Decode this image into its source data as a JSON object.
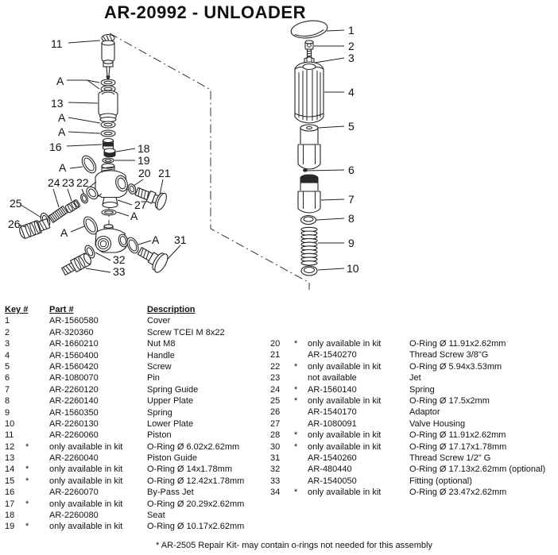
{
  "title": "AR-20992 - UNLOADER",
  "footnote": "*  AR-2505 Repair Kit- may contain o-rings not needed for this assembly",
  "table": {
    "headers": {
      "key": "Key #",
      "part": "Part #",
      "desc": "Description"
    },
    "left_rows": [
      {
        "key": "1",
        "star": "",
        "part": "AR-1560580",
        "desc": "Cover"
      },
      {
        "key": "2",
        "star": "",
        "part": "AR-320360",
        "desc": "Screw TCEI M 8x22"
      },
      {
        "key": "3",
        "star": "",
        "part": "AR-1660210",
        "desc": "Nut M8"
      },
      {
        "key": "4",
        "star": "",
        "part": "AR-1560400",
        "desc": "Handle"
      },
      {
        "key": "5",
        "star": "",
        "part": "AR-1560420",
        "desc": "Screw"
      },
      {
        "key": "6",
        "star": "",
        "part": "AR-1080070",
        "desc": "Pin"
      },
      {
        "key": "7",
        "star": "",
        "part": "AR-2260120",
        "desc": "Spring Guide"
      },
      {
        "key": "8",
        "star": "",
        "part": "AR-2260140",
        "desc": "Upper Plate"
      },
      {
        "key": "9",
        "star": "",
        "part": "AR-1560350",
        "desc": "Spring"
      },
      {
        "key": "10",
        "star": "",
        "part": "AR-2260130",
        "desc": "Lower Plate"
      },
      {
        "key": "11",
        "star": "",
        "part": "AR-2260060",
        "desc": "Piston"
      },
      {
        "key": "12",
        "star": "*",
        "part": "only available in kit",
        "desc": "O-Ring Ø 6.02x2.62mm"
      },
      {
        "key": "13",
        "star": "",
        "part": "AR-2260040",
        "desc": "Piston Guide"
      },
      {
        "key": "14",
        "star": "*",
        "part": "only available in kit",
        "desc": "O-Ring Ø 14x1.78mm"
      },
      {
        "key": "15",
        "star": "*",
        "part": "only available in kit",
        "desc": "O-Ring Ø 12.42x1.78mm"
      },
      {
        "key": "16",
        "star": "",
        "part": "AR-2260070",
        "desc": "By-Pass Jet"
      },
      {
        "key": "17",
        "star": "*",
        "part": "only available in kit",
        "desc": "O-Ring Ø 20.29x2.62mm"
      },
      {
        "key": "18",
        "star": "",
        "part": "AR-2260080",
        "desc": "Seat"
      },
      {
        "key": "19",
        "star": "*",
        "part": "only available in kit",
        "desc": "O-Ring Ø 10.17x2.62mm"
      }
    ],
    "right_rows": [
      {
        "key": "20",
        "star": "*",
        "part": "only available in kit",
        "desc": "O-Ring Ø 11.91x2.62mm"
      },
      {
        "key": "21",
        "star": "",
        "part": "AR-1540270",
        "desc": "Thread Screw 3/8\"G"
      },
      {
        "key": "22",
        "star": "*",
        "part": "only available in kit",
        "desc": "O-Ring Ø 5.94x3.53mm"
      },
      {
        "key": "23",
        "star": "",
        "part": "not available",
        "desc": "Jet"
      },
      {
        "key": "24",
        "star": "*",
        "part": "AR-1560140",
        "desc": "Spring"
      },
      {
        "key": "25",
        "star": "*",
        "part": "only available in kit",
        "desc": "O-Ring Ø 17.5x2mm"
      },
      {
        "key": "26",
        "star": "",
        "part": "AR-1540170",
        "desc": "Adaptor"
      },
      {
        "key": "27",
        "star": "",
        "part": "AR-1080091",
        "desc": "Valve Housing"
      },
      {
        "key": "28",
        "star": "*",
        "part": "only available in kit",
        "desc": "O-Ring Ø 11.91x2.62mm"
      },
      {
        "key": "30",
        "star": "*",
        "part": "only available in kit",
        "desc": "O-Ring Ø 17.17x1.78mm"
      },
      {
        "key": "31",
        "star": "",
        "part": "AR-1540260",
        "desc": "Thread Screw 1/2\" G"
      },
      {
        "key": "32",
        "star": "",
        "part": "AR-480440",
        "desc": "O-Ring Ø 17.13x2.62mm (optional)"
      },
      {
        "key": "33",
        "star": "",
        "part": "AR-1540050",
        "desc": "Fitting (optional)"
      },
      {
        "key": "34",
        "star": "*",
        "part": "only available in kit",
        "desc": "O-Ring Ø 23.47x2.62mm"
      }
    ]
  },
  "diagram": {
    "callouts": {
      "c1": "1",
      "c2": "2",
      "c3": "3",
      "c4": "4",
      "c5": "5",
      "c6": "6",
      "c7": "7",
      "c8": "8",
      "c9": "9",
      "c10": "10",
      "c11": "11",
      "c13": "13",
      "c16": "16",
      "c18": "18",
      "c19": "19",
      "c20": "20",
      "c21": "21",
      "c22": "22",
      "c23": "23",
      "c24": "24",
      "c25": "25",
      "c26": "26",
      "c27": "27",
      "c31": "31",
      "c32": "32",
      "c33": "33",
      "cA": "A"
    }
  }
}
